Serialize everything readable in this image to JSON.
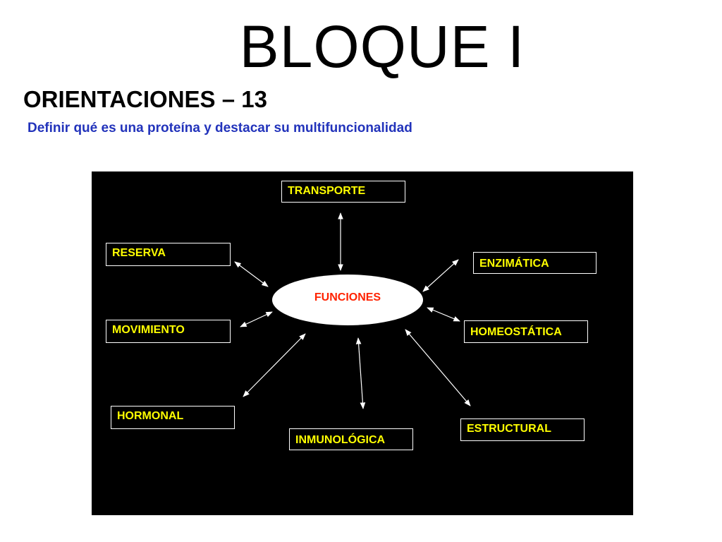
{
  "header": {
    "title": "BLOQUE I",
    "subtitle": "ORIENTACIONES – 13",
    "objective": "Definir qué es una proteína y destacar su multifuncionalidad"
  },
  "diagram": {
    "center": "FUNCIONES",
    "functions": {
      "transporte": "TRANSPORTE",
      "reserva": "RESERVA",
      "enzimatica": "ENZIMÁTICA",
      "movimiento": "MOVIMIENTO",
      "homeostatica": "HOMEOSTÁTICA",
      "hormonal": "HORMONAL",
      "inmunologica": "INMUNOLÓGICA",
      "estructural": "ESTRUCTURAL"
    },
    "colors": {
      "background": "#000000",
      "box_border": "#ffffff",
      "box_text": "#ffff00",
      "center_fill": "#ffffff",
      "center_text": "#ff2200",
      "arrows": "#ffffff"
    }
  }
}
